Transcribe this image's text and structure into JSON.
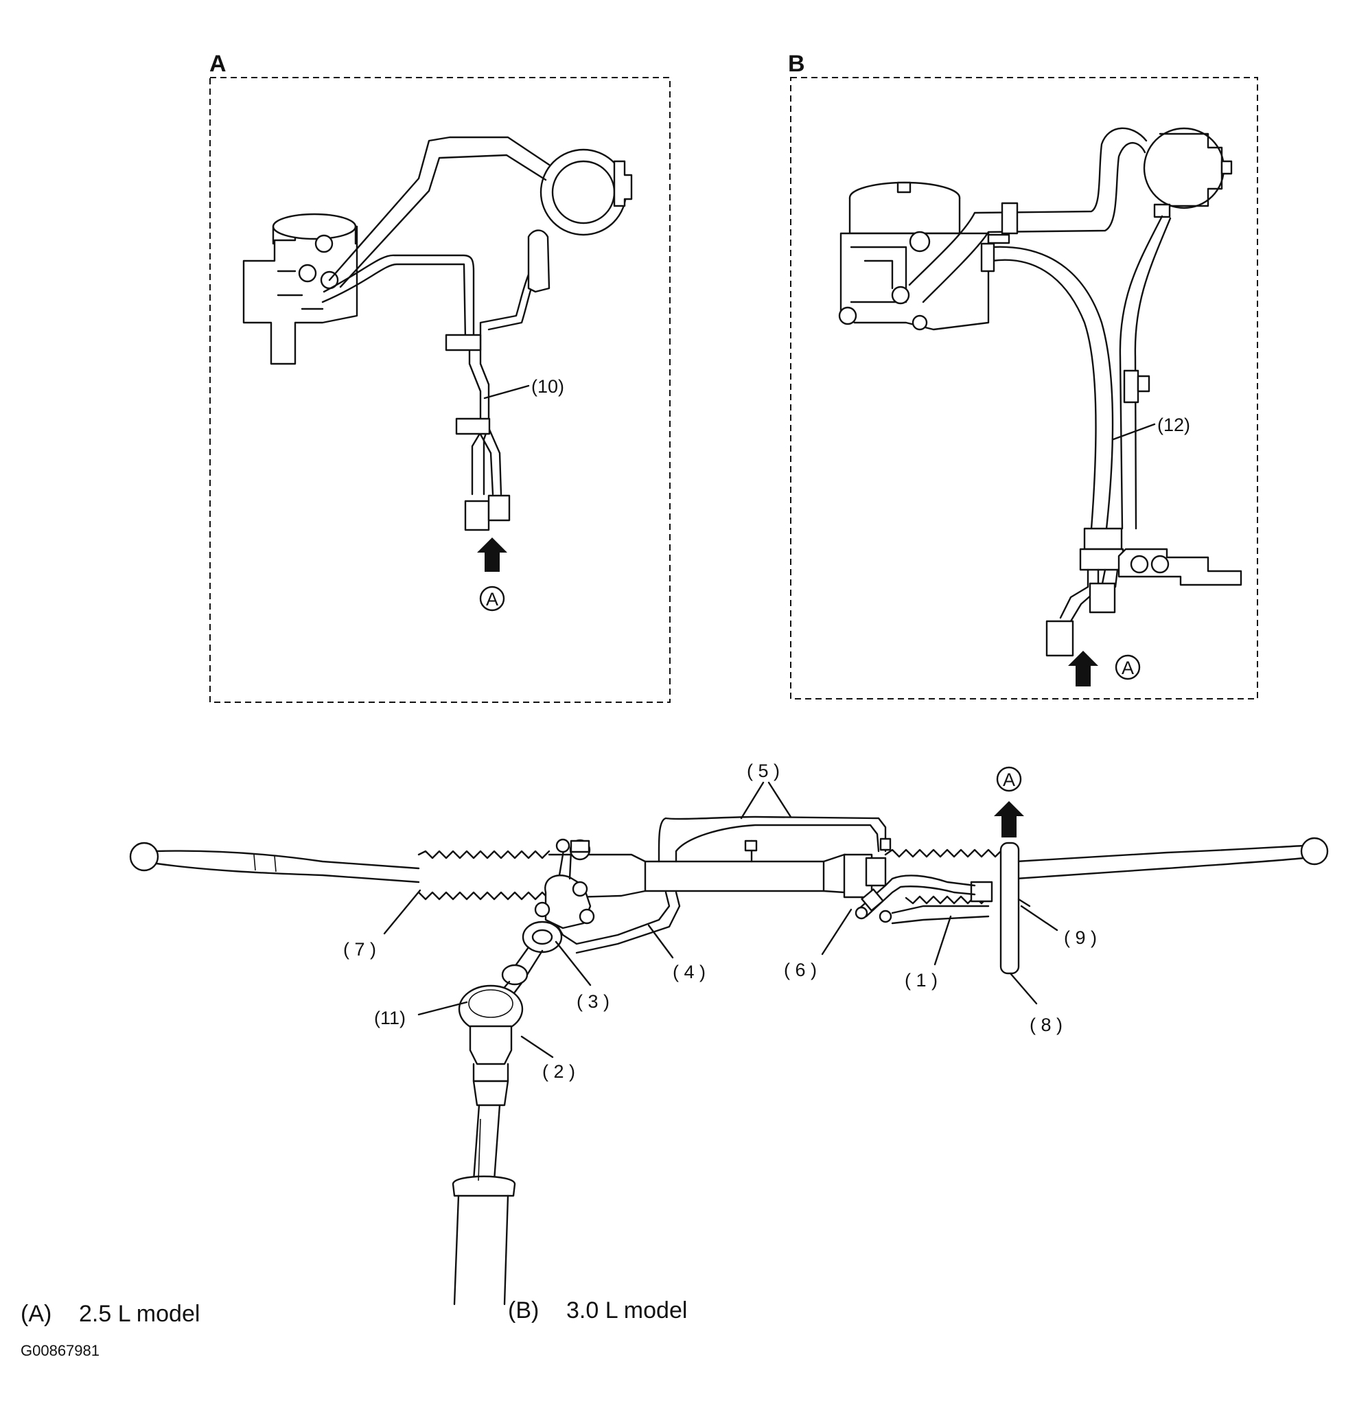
{
  "panels": [
    {
      "letter": "A",
      "callout": "(10)",
      "arrow_marker": "A"
    },
    {
      "letter": "B",
      "callout": "(12)",
      "arrow_marker": "A"
    }
  ],
  "assembly": {
    "arrow_marker": "A",
    "callouts": {
      "c1": "( 1 )",
      "c2": "( 2 )",
      "c3": "( 3 )",
      "c4": "( 4 )",
      "c5": "( 5 )",
      "c6": "( 6 )",
      "c7": "( 7 )",
      "c8": "( 8 )",
      "c9": "( 9 )",
      "c11": "(11)"
    }
  },
  "legend": [
    {
      "key": "(A)",
      "text": "2.5 L model"
    },
    {
      "key": "(B)",
      "text": "3.0 L model"
    }
  ],
  "figure_id": "G00867981",
  "colors": {
    "line": "#111111",
    "background": "#ffffff"
  }
}
